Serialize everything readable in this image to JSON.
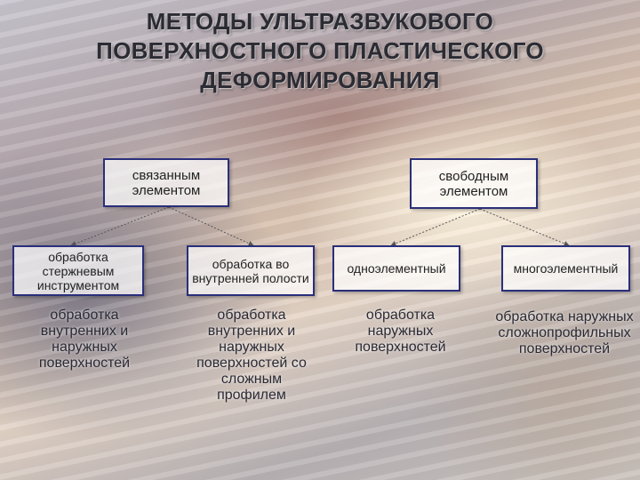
{
  "title": {
    "line1": "МЕТОДЫ УЛЬТРАЗВУКОВОГО",
    "line2": "ПОВЕРХНОСТНОГО ПЛАСТИЧЕСКОГО",
    "line3": "ДЕФОРМИРОВАНИЯ"
  },
  "top_nodes": [
    {
      "id": "bound",
      "text": "связанным элементом"
    },
    {
      "id": "free",
      "text": "свободным элементом"
    }
  ],
  "sub_nodes": [
    {
      "id": "rod",
      "text": "обработка стержневым инструментом",
      "parent": "bound"
    },
    {
      "id": "cavity",
      "text": "обработка во внутренней полости",
      "parent": "bound"
    },
    {
      "id": "single",
      "text": "одноэлементный",
      "parent": "free"
    },
    {
      "id": "multi",
      "text": "многоэлементный",
      "parent": "free"
    }
  ],
  "descriptions": [
    {
      "for": "rod",
      "text": "обработка внутренних и наружных поверхностей"
    },
    {
      "for": "cavity",
      "text": "обработка внутренних и наружных поверхностей со сложным профилем"
    },
    {
      "for": "single",
      "text": "обработка наружных поверхностей"
    },
    {
      "for": "multi",
      "text": "обработка наружных сложнопрофильных поверхностей"
    }
  ],
  "colors": {
    "box_border": "#2a2f7a",
    "arrow": "#555555",
    "title": "#2b2b33"
  }
}
